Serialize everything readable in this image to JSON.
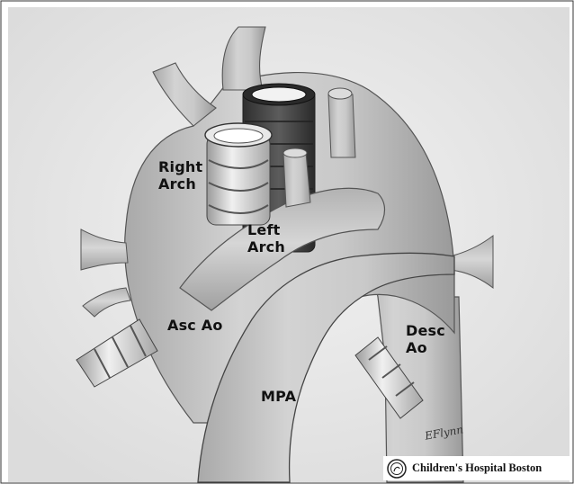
{
  "labels": {
    "right_arch_line1": "Right",
    "right_arch_line2": "Arch",
    "left_arch_line1": "Left",
    "left_arch_line2": "Arch",
    "asc_ao": "Asc Ao",
    "desc_ao_line1": "Desc",
    "desc_ao_line2": "Ao",
    "mpa": "MPA"
  },
  "signature": "EFlynn",
  "credit": {
    "text": "Children's Hospital Boston"
  },
  "colors": {
    "background": "#ebebeb",
    "vessel": "#c4c4c4",
    "vessel_shadow": "#8e8e8e",
    "trachea_dark": "#4a4a4a",
    "ring": "#e6e6e6"
  }
}
